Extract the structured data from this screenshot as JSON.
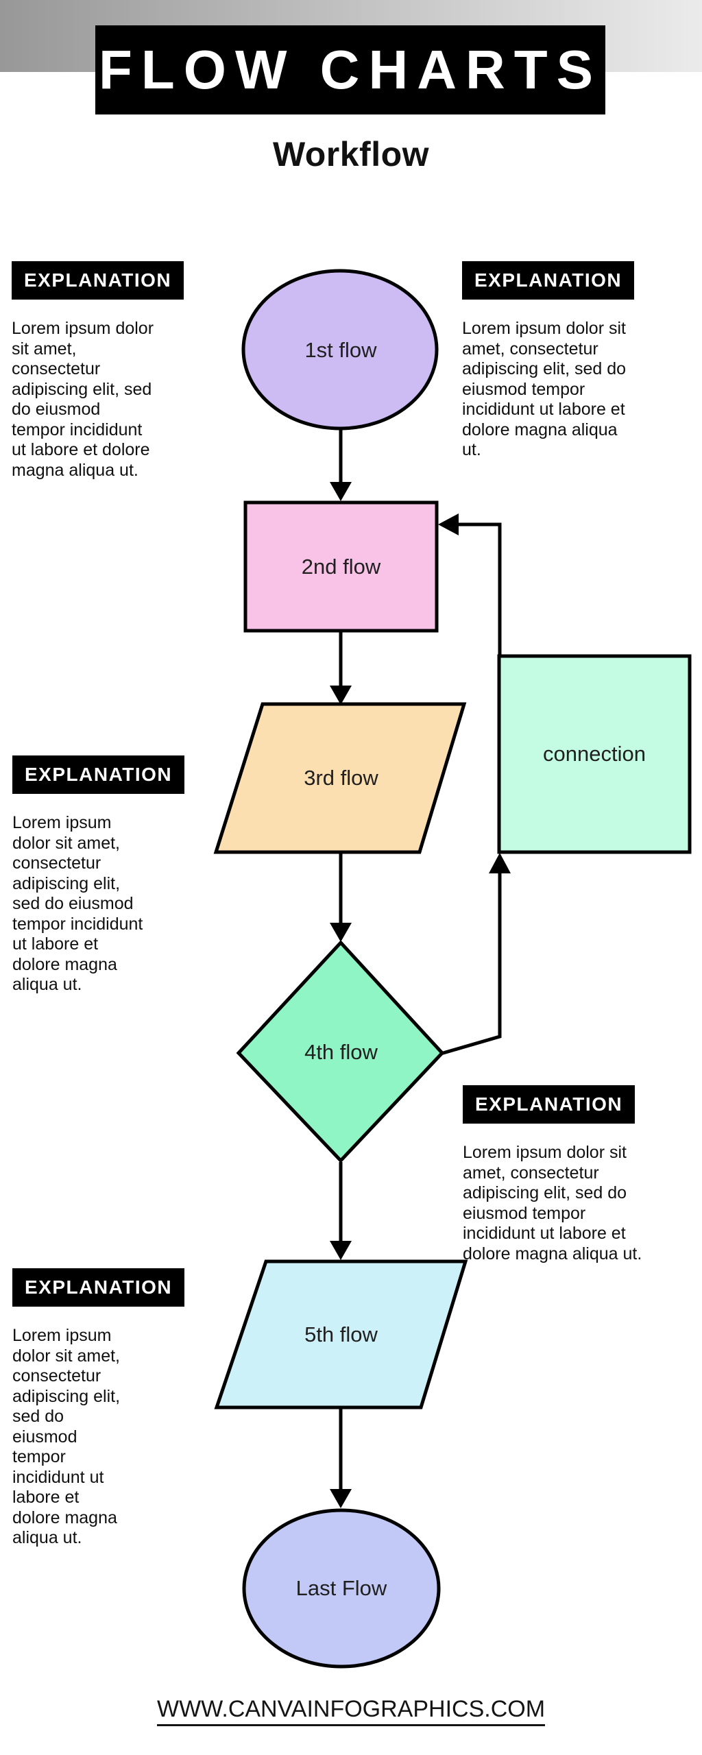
{
  "header": {
    "title": "FLOW CHARTS",
    "subtitle": "Workflow"
  },
  "nodes": {
    "flow1": {
      "label": "1st flow",
      "shape": "ellipse",
      "color": "#cdbcf3"
    },
    "flow2": {
      "label": "2nd flow",
      "shape": "rectangle",
      "color": "#f9c2e7"
    },
    "flow3": {
      "label": "3rd flow",
      "shape": "parallelogram",
      "color": "#fcdfb1"
    },
    "flow4": {
      "label": "4th flow",
      "shape": "diamond",
      "color": "#8ff5c4"
    },
    "flow5": {
      "label": "5th flow",
      "shape": "parallelogram",
      "color": "#cdf1f8"
    },
    "last": {
      "label": "Last Flow",
      "shape": "ellipse",
      "color": "#c2c9f6"
    },
    "connector": {
      "label": "connection",
      "shape": "rectangle",
      "color": "#c4fce3"
    }
  },
  "explanations": [
    {
      "heading": "EXPLANATION",
      "body": "Lorem ipsum dolor\nsit amet,\nconsectetur\nadipiscing elit, sed\ndo eiusmod\ntempor incididunt\nut labore et dolore\nmagna aliqua ut."
    },
    {
      "heading": "EXPLANATION",
      "body": "Lorem ipsum dolor sit\namet, consectetur\nadipiscing elit, sed do\neiusmod tempor\nincididunt ut labore et\ndolore magna aliqua\nut."
    },
    {
      "heading": "EXPLANATION",
      "body": "Lorem ipsum\ndolor sit amet,\nconsectetur\nadipiscing elit,\nsed do eiusmod\ntempor incididunt\nut labore et\ndolore magna\naliqua ut."
    },
    {
      "heading": "EXPLANATION",
      "body": "Lorem ipsum dolor sit\namet, consectetur\nadipiscing elit, sed do\neiusmod tempor\nincididunt ut labore et\ndolore magna aliqua ut."
    },
    {
      "heading": "EXPLANATION",
      "body": "Lorem ipsum\ndolor sit amet,\nconsectetur\nadipiscing elit,\nsed do\neiusmod\ntempor\nincididunt ut\nlabore et\ndolore magna\naliqua ut."
    }
  ],
  "footer": {
    "url_label": "WWW.CANVAINFOGRAPHICS.COM"
  }
}
